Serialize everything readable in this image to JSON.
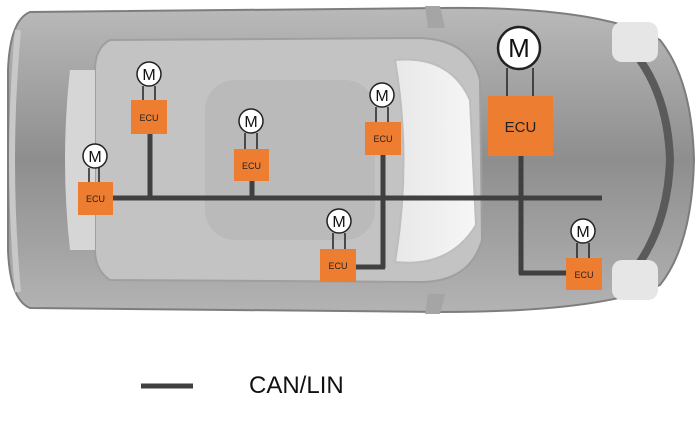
{
  "colors": {
    "ecu_fill": "#ed7d31",
    "bus_line": "#404040",
    "motor_stroke": "#222222",
    "car_body": "#9a9a9a"
  },
  "legend": {
    "label": "CAN/LIN",
    "icon": "bus-line-swatch"
  },
  "ecus": [
    {
      "id": "rear-left",
      "label": "ECU"
    },
    {
      "id": "rear-top",
      "label": "ECU"
    },
    {
      "id": "center-seat",
      "label": "ECU"
    },
    {
      "id": "mid-upper",
      "label": "ECU"
    },
    {
      "id": "mid-lower",
      "label": "ECU"
    },
    {
      "id": "front-main",
      "label": "ECU"
    },
    {
      "id": "front-lower",
      "label": "ECU"
    }
  ],
  "motors": [
    {
      "id": "rear-left",
      "label": "M"
    },
    {
      "id": "rear-top",
      "label": "M"
    },
    {
      "id": "center-seat",
      "label": "M"
    },
    {
      "id": "mid-upper",
      "label": "M"
    },
    {
      "id": "mid-lower",
      "label": "M"
    },
    {
      "id": "front-main",
      "label": "M"
    },
    {
      "id": "front-lower",
      "label": "M"
    }
  ]
}
